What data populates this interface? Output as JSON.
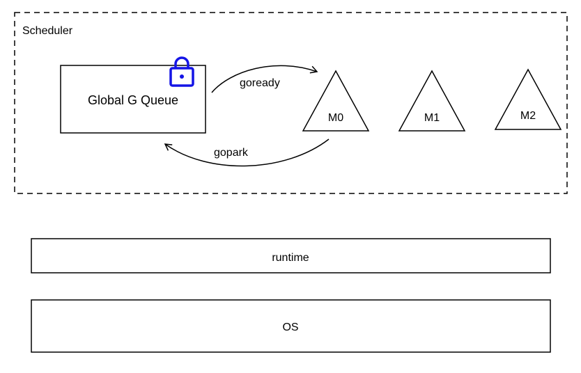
{
  "scheduler": {
    "label": "Scheduler",
    "queue": {
      "label": "Global G Queue",
      "lock_icon": "lock-icon"
    },
    "arrows": {
      "goready": "goready",
      "gopark": "gopark"
    },
    "threads": [
      {
        "label": "M0"
      },
      {
        "label": "M1"
      },
      {
        "label": "M2"
      }
    ]
  },
  "layers": {
    "runtime": "runtime",
    "os": "OS"
  },
  "colors": {
    "lock": "#1414e6",
    "stroke": "#000000",
    "background": "#ffffff"
  }
}
